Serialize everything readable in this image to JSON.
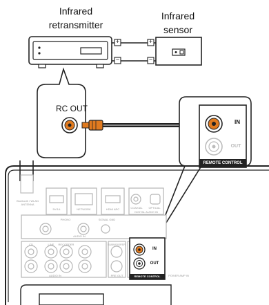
{
  "labels": {
    "infrared_retransmitter": "Infrared\nretransmitter",
    "infrared_sensor": "Infrared\nsensor",
    "rc_out": "RC OUT",
    "zoom_in": "IN",
    "zoom_out": "OUT",
    "zoom_remote_control": "REMOTE CONTROL",
    "panel_in": "IN",
    "panel_out": "OUT",
    "panel_remote_control": "REMOTE CONTROL",
    "plus": "+",
    "minus": "−",
    "rear_panel_labels": {
      "bluetooth_wlan_antenna": "Bluetooth / WLAN\nANTENNA",
      "usb": "5V/1A",
      "network": "NETWORK",
      "hdmi_arc": "HDMI ARC",
      "coaxial": "COAXIAL",
      "optical": "OPTICAL",
      "digital_audio_in": "DIGITAL AUDIO IN",
      "phono": "PHONO",
      "signal_gnd": "SIGNAL GND",
      "audio_in_top": "AUDIO IN",
      "cd": "CD",
      "line": "LINE",
      "recorder": "RECORDER",
      "subwoofer": "SUBWOOFER",
      "pre_out": "PRE OUT",
      "power_amp_in": "POWER AMP IN",
      "audio_in_bottom": "AUDIO IN"
    }
  },
  "colors": {
    "cable_orange": "#e07a1f",
    "outline": "#222222",
    "panel_fill": "#ffffff",
    "jack_gray": "#b5b5b5",
    "rear_text": "#9a9a9a"
  }
}
